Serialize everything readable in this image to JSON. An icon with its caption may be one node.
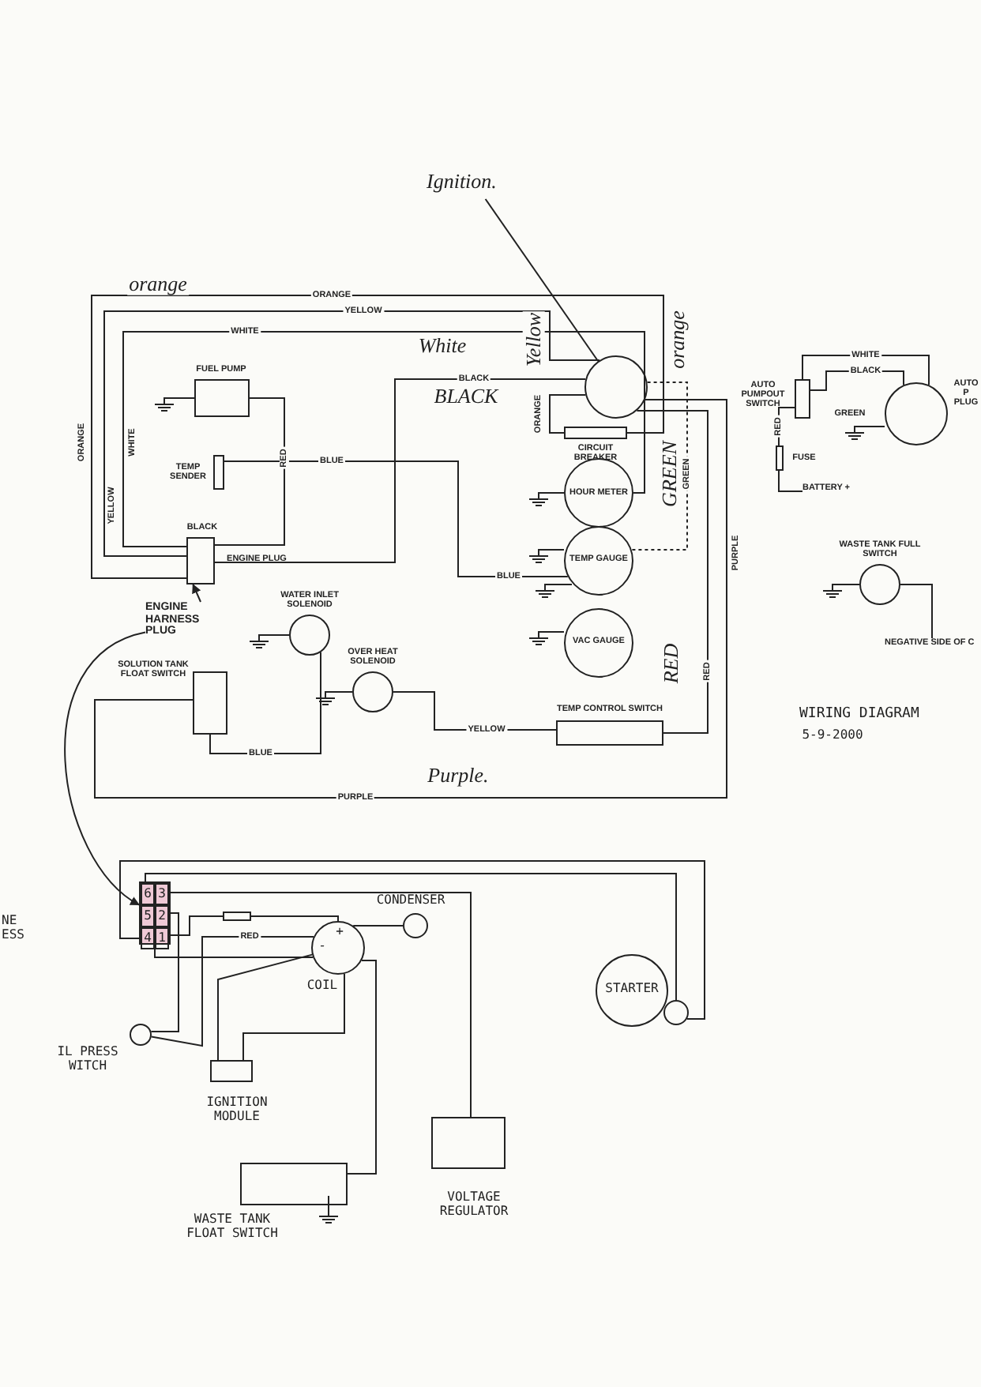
{
  "diagram": {
    "title": "WIRING DIAGRAM",
    "nodes": [
      {
        "text": [
          "Ignition."
        ]
      },
      {
        "text": [],
        "shape": "circle"
      },
      {
        "text": [
          "CIRCUIT BREAKER"
        ]
      },
      {
        "text": [
          "FUEL PUMP"
        ]
      },
      {
        "text": [
          "TEMP SENDER"
        ]
      },
      {
        "text": [
          "ENGINE PLUG"
        ]
      },
      {
        "text": [
          "ENGINE HARNESS PLUG"
        ]
      },
      {
        "text": [
          "HOUR METER"
        ]
      },
      {
        "text": [
          "TEMP GAUGE"
        ]
      },
      {
        "text": [
          "VAC GAUGE"
        ]
      },
      {
        "text": [
          "WATER INLET SOLENOID"
        ]
      },
      {
        "text": [
          "SOLUTION TANK FLOAT SWITCH"
        ]
      },
      {
        "text": [
          "OVER HEAT SOLENOID"
        ]
      },
      {
        "text": [
          "TEMP CONTROL SWITCH"
        ]
      },
      {
        "text": [
          "AUTO PUMPOUT SWITCH"
        ]
      },
      {
        "text": [
          "AUTO P PLUG"
        ]
      },
      {
        "text": [
          "FUSE"
        ]
      },
      {
        "text": [
          "BATTERY +"
        ]
      },
      {
        "text": [
          "WASTE TANK FULL SWITCH"
        ]
      },
      {
        "text": [
          "NEGATIVE SIDE OF C"
        ]
      },
      {
        "text": [
          "6",
          "3",
          "5",
          "2",
          "4",
          "1"
        ]
      },
      {
        "text": [],
        "shape": "box"
      },
      {
        "text": [
          "+",
          "-",
          "COIL"
        ]
      },
      {
        "text": [
          "CONDENSER"
        ]
      },
      {
        "text": [
          "IL PRESS WITCH"
        ]
      },
      {
        "text": [
          "IGNITION MODULE"
        ]
      },
      {
        "text": [
          "WASTE TANK FLOAT SWITCH"
        ]
      },
      {
        "text": [
          "VOLTAGE REGULATOR"
        ]
      },
      {
        "text": [
          "STARTER"
        ]
      },
      {
        "text": [],
        "shape": "circle"
      }
    ],
    "edges": [
      {
        "from": 0,
        "to": 1,
        "arrow": "none"
      },
      {
        "from": 5,
        "to": 2,
        "arrow": "none",
        "label": "ORANGE"
      },
      {
        "from": 1,
        "to": 2,
        "arrow": "none",
        "label": "ORANGE"
      },
      {
        "from": 5,
        "to": 1,
        "arrow": "none",
        "label": "YELLOW"
      },
      {
        "from": 5,
        "to": 7,
        "arrow": "none",
        "label": "WHITE"
      },
      {
        "from": 5,
        "to": 1,
        "arrow": "none",
        "label": "BLACK"
      },
      {
        "from": 3,
        "to": 5,
        "arrow": "none",
        "label": "RED"
      },
      {
        "from": 4,
        "to": 8,
        "arrow": "none",
        "label": "BLUE"
      },
      {
        "from": 1,
        "to": 8,
        "arrow": "none",
        "label": "GREEN",
        "style": "dashed"
      },
      {
        "from": 1,
        "to": 13,
        "arrow": "none",
        "label": "RED"
      },
      {
        "from": 1,
        "to": 11,
        "arrow": "none",
        "label": "PURPLE"
      },
      {
        "from": 12,
        "to": 13,
        "arrow": "none",
        "label": "YELLOW"
      },
      {
        "from": 10,
        "to": 11,
        "arrow": "none",
        "label": "BLUE"
      },
      {
        "from": 14,
        "to": 15,
        "arrow": "none",
        "label": "WHITE"
      },
      {
        "from": 14,
        "to": 15,
        "arrow": "none",
        "label": "BLACK"
      },
      {
        "from": 14,
        "to": 16,
        "arrow": "none",
        "label": "RED"
      },
      {
        "from": 16,
        "to": 17,
        "arrow": "none"
      },
      {
        "from": 18,
        "to": 19,
        "arrow": "none"
      },
      {
        "from": 6,
        "to": 5,
        "arrow": "to"
      },
      {
        "from": 6,
        "to": 20,
        "arrow": "to"
      },
      {
        "from": 20,
        "to": 29,
        "arrow": "none"
      },
      {
        "from": 20,
        "to": 29,
        "arrow": "none"
      },
      {
        "from": 20,
        "to": 27,
        "arrow": "none"
      },
      {
        "from": 20,
        "to": 24,
        "arrow": "none"
      },
      {
        "from": 20,
        "to": 21,
        "arrow": "none"
      },
      {
        "from": 21,
        "to": 22,
        "arrow": "none"
      },
      {
        "from": 22,
        "to": 23,
        "arrow": "none"
      },
      {
        "from": 20,
        "to": 22,
        "arrow": "none"
      },
      {
        "from": 24,
        "to": 22,
        "arrow": "none",
        "label": "RED"
      },
      {
        "from": 22,
        "to": 25,
        "arrow": "none"
      },
      {
        "from": 22,
        "to": 25,
        "arrow": "none"
      },
      {
        "from": 22,
        "to": 26,
        "arrow": "none"
      }
    ],
    "labels": [
      "orange",
      "White",
      "Yellow",
      "orange",
      "BLACK",
      "ORANGE",
      "WHITE",
      "GREEN",
      "YELLOW",
      "BLACK",
      "BLUE",
      "PURPLE",
      "RED",
      "Purple.",
      "GREEN",
      "5-9-2000",
      "NE ESS"
    ]
  }
}
